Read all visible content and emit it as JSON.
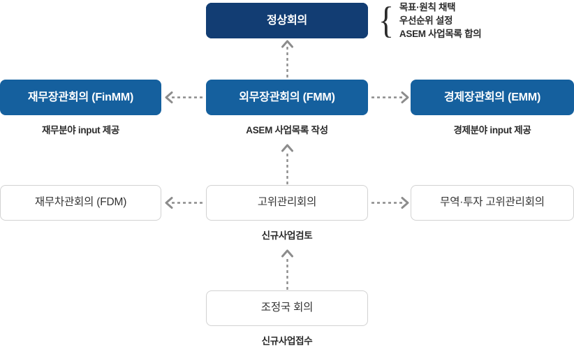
{
  "diagram": {
    "title_box": {
      "label": "정상회의",
      "color": "#123d73"
    },
    "annotation": {
      "brace": "{",
      "lines": [
        "목표·원칙 채택",
        "우선순위 설정",
        "ASEM 사업목록 합의"
      ]
    },
    "rows": [
      {
        "name": "ministerial-row",
        "boxes": [
          {
            "label": "재무장관회의 (FinMM)",
            "caption": "재무분야 input 제공",
            "style": "blue"
          },
          {
            "label": "외무장관회의 (FMM)",
            "caption": "ASEM 사업목록 작성",
            "style": "blue"
          },
          {
            "label": "경제장관회의 (EMM)",
            "caption": "경제분야 input 제공",
            "style": "blue"
          }
        ]
      },
      {
        "name": "senior-officials-row",
        "boxes": [
          {
            "label": "재무차관회의 (FDM)",
            "caption": "",
            "style": "white"
          },
          {
            "label": "고위관리회의",
            "caption": "신규사업검토",
            "style": "white"
          },
          {
            "label": "무역·투자 고위관리회의",
            "caption": "",
            "style": "white"
          }
        ]
      },
      {
        "name": "coordinators-row",
        "boxes": [
          {
            "label": "조정국 회의",
            "caption": "신규사업접수",
            "style": "white"
          }
        ]
      }
    ],
    "colors": {
      "navy": "#123d73",
      "blue": "#15609e",
      "box_border": "#d2d2d2",
      "arrow": "#8c8c8c",
      "text_dark": "#2b2b2b"
    },
    "arrows": {
      "up_summit": "dashed-arrow-up",
      "fmm_to_finmm": "dashed-arrow-left",
      "fmm_to_emm": "dashed-arrow-right",
      "som_to_fmm": "dashed-arrow-up",
      "som_to_fdm": "dashed-arrow-left",
      "som_to_timsom": "dashed-arrow-right",
      "coord_to_som": "dashed-arrow-up"
    }
  }
}
